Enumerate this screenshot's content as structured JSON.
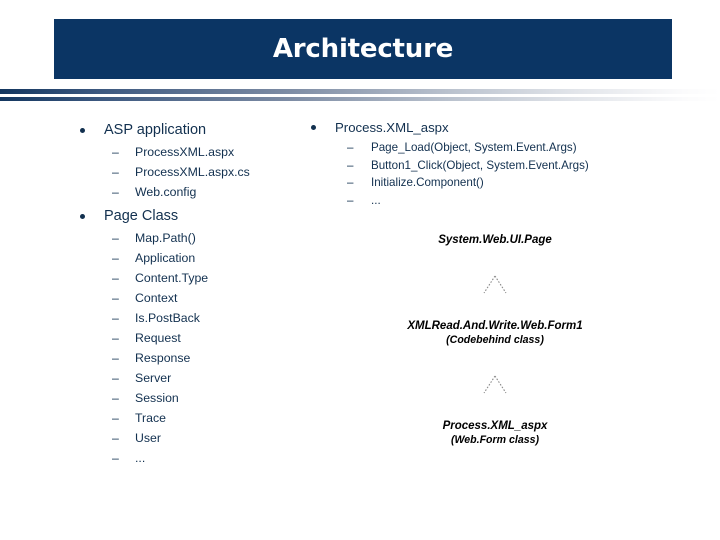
{
  "slide": {
    "title": "Architecture",
    "accent_color": "#0b3564",
    "text_color": "#12304f",
    "background_color": "#ffffff"
  },
  "left_column": {
    "groups": [
      {
        "label": "ASP application",
        "bullet": "disc-bullet",
        "items": [
          "ProcessXML.aspx",
          "ProcessXML.aspx.cs",
          "Web.config"
        ]
      },
      {
        "label": "Page Class",
        "bullet": "disc-bullet",
        "items": [
          "Map.Path()",
          "Application",
          "Content.Type",
          "Context",
          "Is.PostBack",
          "Request",
          "Response",
          "Server",
          "Session",
          "Trace",
          "User",
          "..."
        ]
      }
    ]
  },
  "right_column": {
    "groups": [
      {
        "label": "Process.XML_aspx",
        "bullet": "disc-bullet",
        "items": [
          "Page_Load(Object, System.Event.Args)",
          "Button1_Click(Object, System.Event.Args)",
          "Initialize.Component()",
          "..."
        ]
      }
    ]
  },
  "diagram": {
    "type": "class-inheritance",
    "arrow_glyph": "hollow-triangle-arrowhead",
    "nodes": [
      {
        "title": "System.Web.UI.Page",
        "subtitle": ""
      },
      {
        "title": "XMLRead.And.Write.Web.Form1",
        "subtitle": "(Codebehind class)"
      },
      {
        "title": "Process.XML_aspx",
        "subtitle": "(Web.Form class)"
      }
    ]
  }
}
